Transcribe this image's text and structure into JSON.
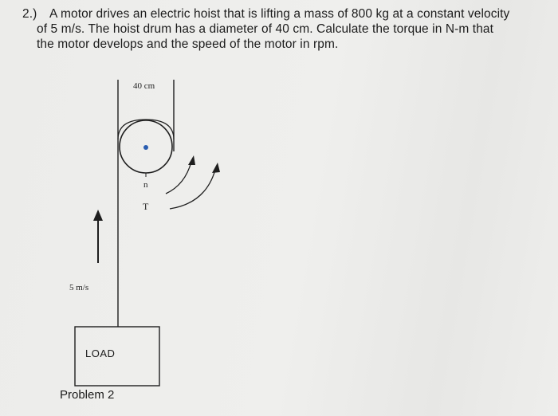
{
  "problem": {
    "number": "2.)",
    "line1": "A motor drives an electric hoist that is lifting a mass of 800 kg at a constant velocity",
    "line2": "of 5 m/s.  The hoist drum has a diameter of 40 cm.  Calculate the torque in N-m that",
    "line3": "the motor develops and the speed of the motor in rpm."
  },
  "diagram": {
    "diameter_label": "40 cm",
    "speed_symbol": "n",
    "torque_symbol": "T",
    "velocity_label": "5 m/s",
    "load_label": "LOAD",
    "caption": "Problem 2"
  },
  "colors": {
    "line": "#1e1e1e",
    "axle": "#2a5db0"
  }
}
